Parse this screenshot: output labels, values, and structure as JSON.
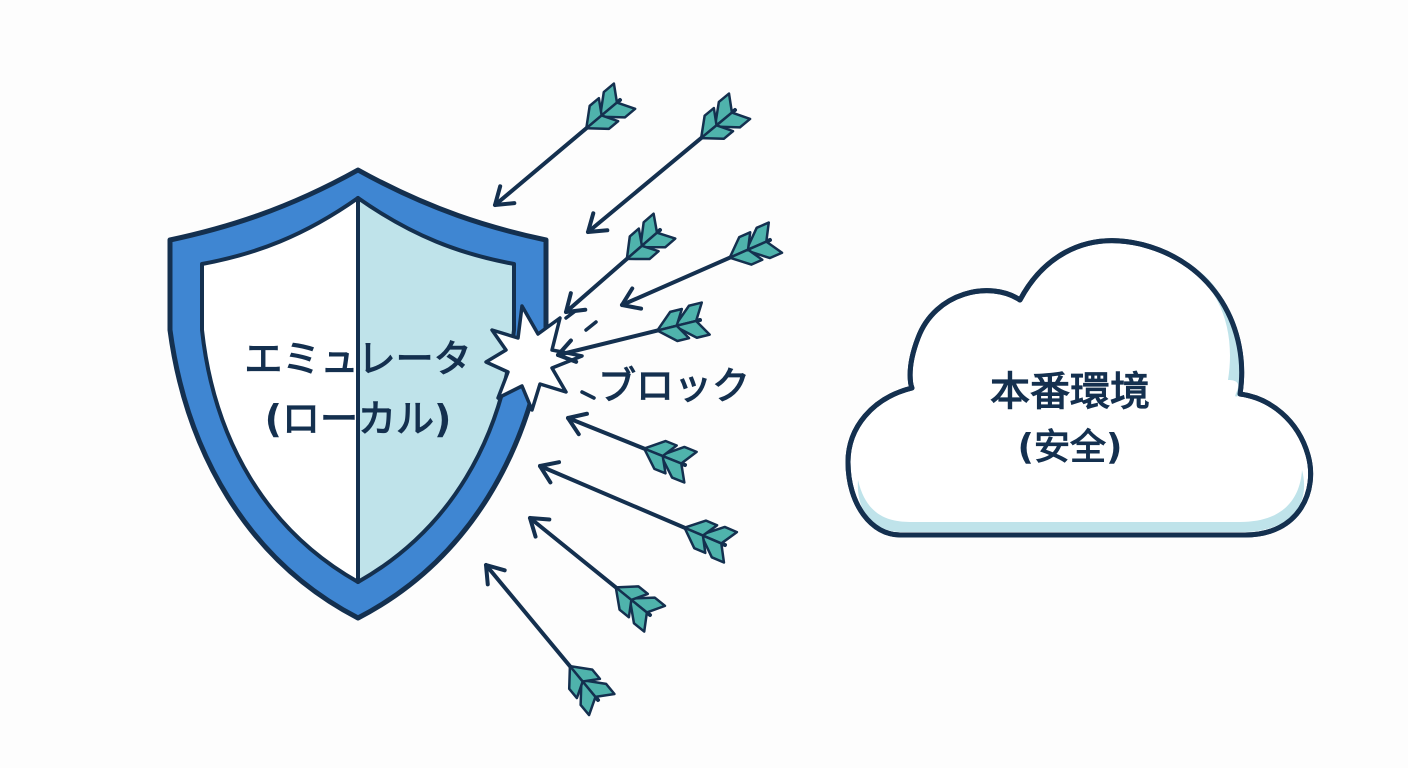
{
  "shield": {
    "line1": "エミュレータ",
    "line2": "(ローカル)"
  },
  "block_label": "ブロック",
  "cloud": {
    "line1": "本番環境",
    "line2": "(安全)"
  },
  "colors": {
    "ink": "#14304f",
    "shield_blue": "#3f86d2",
    "shield_fill_left": "#ffffff",
    "shield_fill_right": "#bfe3ea",
    "fletching": "#4fb3ac",
    "cloud_shadow": "#bfe3ea",
    "background": "#fdfdfd"
  },
  "icons": {
    "shield": "shield-icon",
    "arrows": "arrow-icon",
    "impact": "impact-burst-icon",
    "cloud": "cloud-icon"
  }
}
